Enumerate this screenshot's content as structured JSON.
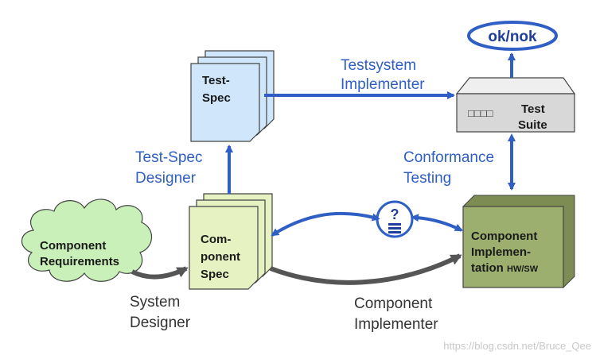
{
  "nodes": {
    "test_spec": {
      "lines": [
        "Test-",
        "Spec"
      ]
    },
    "component_spec": {
      "lines": [
        "Com-",
        "ponent",
        "Spec"
      ]
    },
    "component_requirements": {
      "lines": [
        "Component",
        "Requirements"
      ]
    },
    "test_suite": {
      "lines": [
        "Test",
        "Suite"
      ],
      "indicator": "□□□□"
    },
    "component_implementation": {
      "lines": [
        "Component",
        "Implemen-",
        "tation"
      ],
      "suffix": "HW/SW"
    },
    "result": {
      "label": "ok/nok"
    },
    "query": {
      "symbol": "?"
    }
  },
  "edge_labels": {
    "testsystem_implementer": [
      "Testsystem",
      "Implementer"
    ],
    "test_spec_designer": [
      "Test-Spec",
      "Designer"
    ],
    "conformance_testing": [
      "Conformance",
      "Testing"
    ],
    "system_designer": [
      "System",
      "Designer"
    ],
    "component_implementer": [
      "Component",
      "Implementer"
    ]
  },
  "colors": {
    "blue_arrow": "#2f5fc4",
    "gray_arrow": "#555555",
    "test_spec_fill": "#cfe6fb",
    "component_spec_fill": "#e6f2c2",
    "requirements_fill": "#c8f0b8",
    "implementation_fill": "#9daf6e",
    "suite_fill": "#d8d8d8"
  },
  "watermark": "https://blog.csdn.net/Bruce_Qee"
}
